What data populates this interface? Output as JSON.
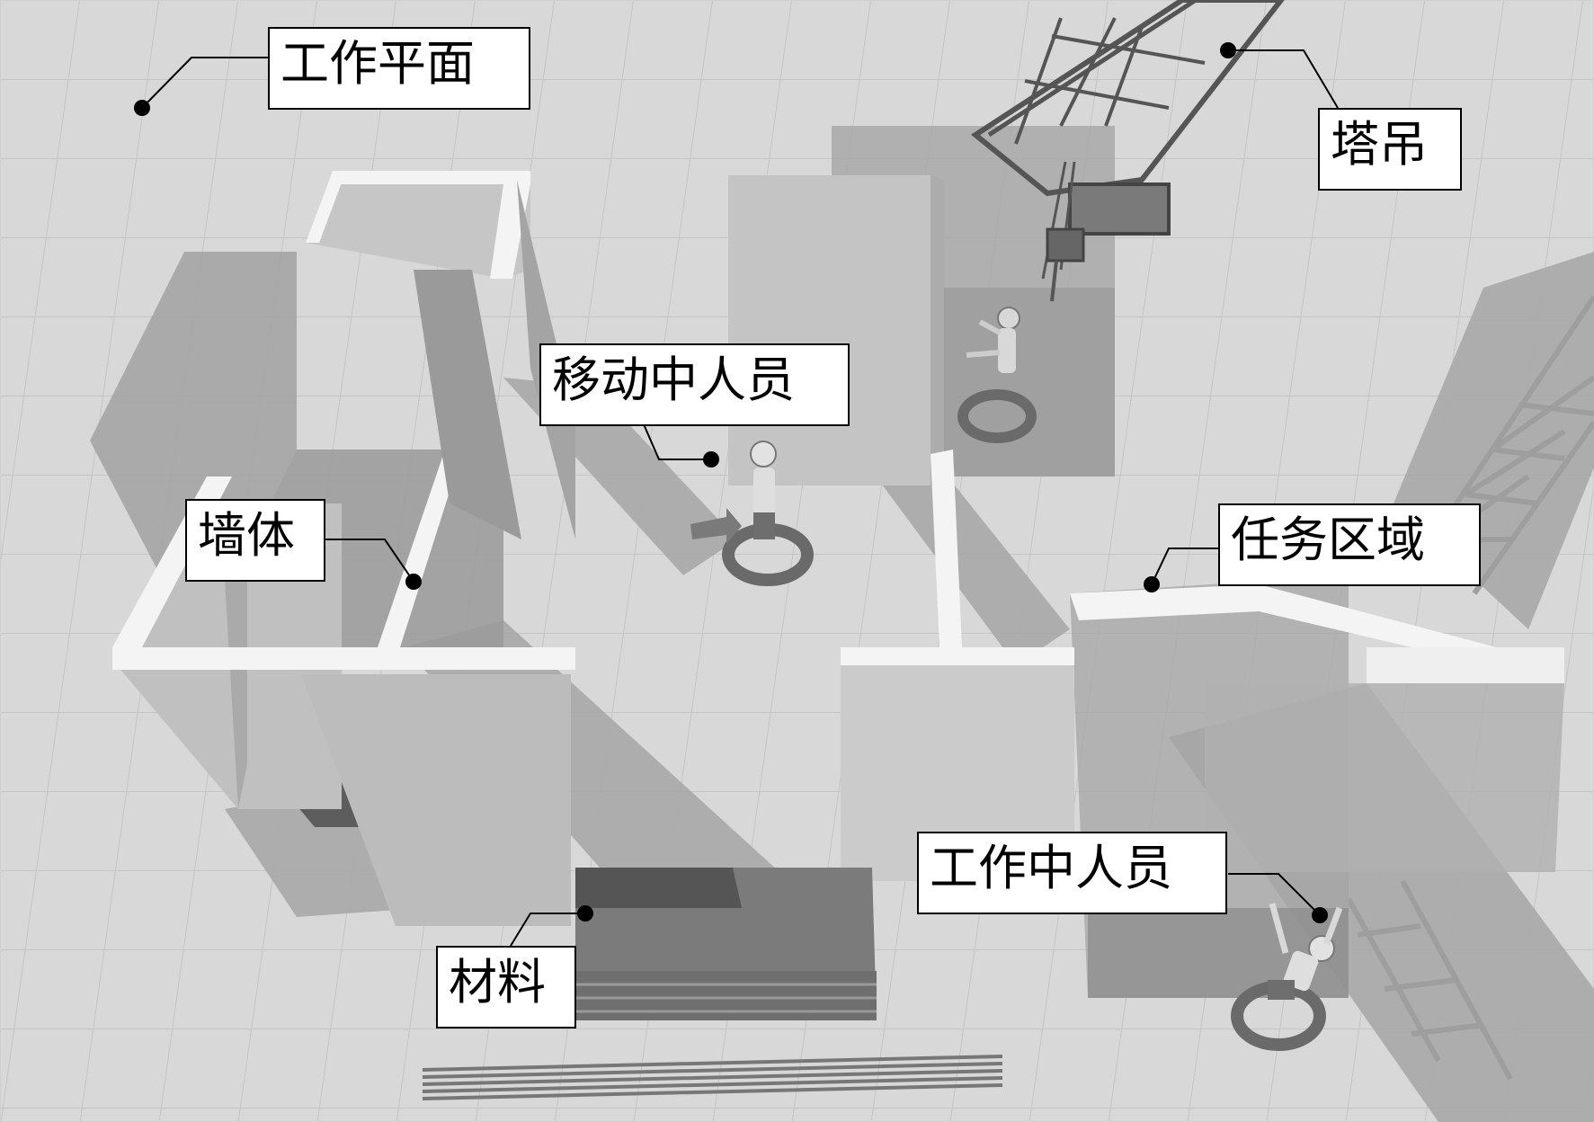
{
  "labels": {
    "work_plane": "工作平面",
    "tower_crane": "塔吊",
    "moving_person": "移动中人员",
    "wall": "墙体",
    "task_area": "任务区域",
    "working_person": "工作中人员",
    "material": "材料"
  },
  "colors": {
    "ground": "#d6d6d6",
    "grid": "#c6c6c6",
    "wall_body": "#b4b4b4",
    "wall_top": "#f2f2f2",
    "shadow": "#a8a8a8",
    "task_area_box": "#9c9c9c",
    "marker": "#000000",
    "crane_steel": "#6a6a6a"
  },
  "icons": [
    "crane",
    "person",
    "ring-marker",
    "direction-arrow",
    "material-stack",
    "rebar-bundle"
  ]
}
